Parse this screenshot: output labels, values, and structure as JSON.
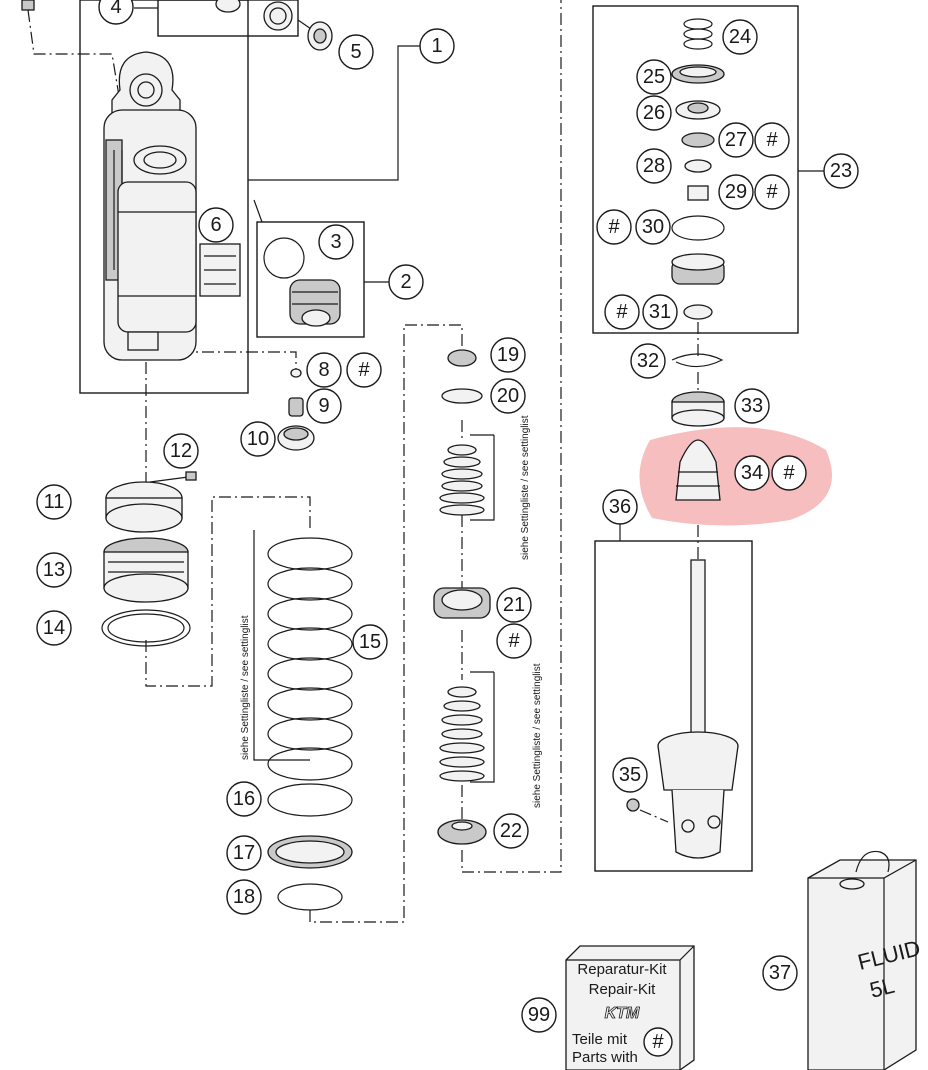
{
  "callouts": [
    {
      "n": "1",
      "label": "1"
    },
    {
      "n": "2",
      "label": "2"
    },
    {
      "n": "3",
      "label": "3"
    },
    {
      "n": "4",
      "label": "4"
    },
    {
      "n": "5",
      "label": "5"
    },
    {
      "n": "6",
      "label": "6"
    },
    {
      "n": "8",
      "label": "8"
    },
    {
      "n": "9",
      "label": "9"
    },
    {
      "n": "10",
      "label": "10"
    },
    {
      "n": "11",
      "label": "11"
    },
    {
      "n": "12",
      "label": "12"
    },
    {
      "n": "13",
      "label": "13"
    },
    {
      "n": "14",
      "label": "14"
    },
    {
      "n": "15",
      "label": "15"
    },
    {
      "n": "16",
      "label": "16"
    },
    {
      "n": "17",
      "label": "17"
    },
    {
      "n": "18",
      "label": "18"
    },
    {
      "n": "19",
      "label": "19"
    },
    {
      "n": "20",
      "label": "20"
    },
    {
      "n": "21",
      "label": "21"
    },
    {
      "n": "22",
      "label": "22"
    },
    {
      "n": "23",
      "label": "23"
    },
    {
      "n": "24",
      "label": "24"
    },
    {
      "n": "25",
      "label": "25"
    },
    {
      "n": "26",
      "label": "26"
    },
    {
      "n": "27",
      "label": "27"
    },
    {
      "n": "28",
      "label": "28"
    },
    {
      "n": "29",
      "label": "29"
    },
    {
      "n": "30",
      "label": "30"
    },
    {
      "n": "31",
      "label": "31"
    },
    {
      "n": "32",
      "label": "32"
    },
    {
      "n": "33",
      "label": "33"
    },
    {
      "n": "34",
      "label": "34"
    },
    {
      "n": "35",
      "label": "35"
    },
    {
      "n": "36",
      "label": "36"
    },
    {
      "n": "37",
      "label": "37"
    },
    {
      "n": "99",
      "label": "99"
    }
  ],
  "kit_marker": "#",
  "setting_note": "siehe Settingliste / see settinglist",
  "repair_kit": {
    "line1": "Reparatur-Kit",
    "line2": "Repair-Kit",
    "logo": "KTM",
    "line3": "Teile mit",
    "line4": "Parts with"
  },
  "fluid_can": {
    "line1": "FLUID",
    "line2": "5L"
  },
  "colors": {
    "ink": "#1a1a1a",
    "highlight": "#e8444a",
    "paper": "#ffffff"
  }
}
